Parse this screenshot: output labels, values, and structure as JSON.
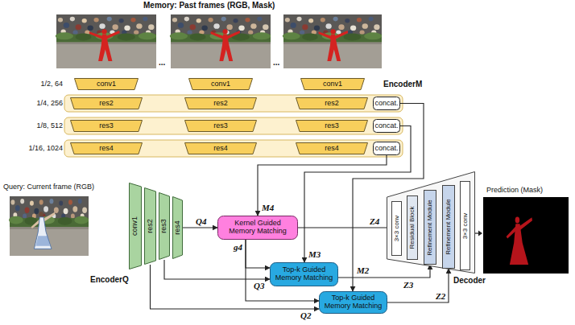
{
  "diagram": {
    "nodes": [
      {
        "text": [
          "conv1"
        ]
      },
      {
        "text": [
          "conv1"
        ]
      },
      {
        "text": [
          "conv1"
        ]
      },
      {
        "text": [
          "res2"
        ]
      },
      {
        "text": [
          "res2"
        ]
      },
      {
        "text": [
          "res2"
        ]
      },
      {
        "text": [
          "concat."
        ]
      },
      {
        "text": [
          "res3"
        ]
      },
      {
        "text": [
          "res3"
        ]
      },
      {
        "text": [
          "res3"
        ]
      },
      {
        "text": [
          "concat."
        ]
      },
      {
        "text": [
          "res4"
        ]
      },
      {
        "text": [
          "res4"
        ]
      },
      {
        "text": [
          "res4"
        ]
      },
      {
        "text": [
          "concat."
        ]
      },
      {
        "text": [
          "conv1"
        ]
      },
      {
        "text": [
          "res2"
        ]
      },
      {
        "text": [
          "res3"
        ]
      },
      {
        "text": [
          "res4"
        ]
      },
      {
        "text": [
          "Kernel Guided Memory Matching"
        ]
      },
      {
        "text": [
          "Top-k Guided Memory Matching"
        ]
      },
      {
        "text": [
          "Top-k Guided Memory Matching"
        ]
      },
      {
        "text": [
          "Decoder"
        ]
      },
      {
        "text": [
          "3×3 conv"
        ],
        "in": 22
      },
      {
        "text": [
          "Residual Block"
        ],
        "in": 22
      },
      {
        "text": [
          "Refinement Module"
        ],
        "in": 22
      },
      {
        "text": [
          "Refinement Module"
        ],
        "in": 22
      },
      {
        "text": [
          "3×3 conv"
        ],
        "in": 22
      }
    ],
    "edges": [
      {
        "from": 14,
        "to": 19,
        "arrow": "to",
        "label": "M4"
      },
      {
        "from": 10,
        "to": 20,
        "arrow": "to",
        "label": "M3"
      },
      {
        "from": 6,
        "to": 21,
        "arrow": "to",
        "label": "M2"
      },
      {
        "from": 18,
        "to": 19,
        "arrow": "to",
        "label": "Q4"
      },
      {
        "from": 17,
        "to": 20,
        "arrow": "to",
        "label": "Q3"
      },
      {
        "from": 16,
        "to": 21,
        "arrow": "to",
        "label": "Q2"
      },
      {
        "from": 19,
        "to": 23,
        "arrow": "to",
        "label": "Z4"
      },
      {
        "from": 19,
        "to": 20,
        "arrow": "to",
        "label": "g4"
      },
      {
        "from": 19,
        "to": 21,
        "arrow": "to"
      },
      {
        "from": 20,
        "to": 25,
        "arrow": "to",
        "label": "Z3"
      },
      {
        "from": 21,
        "to": 26,
        "arrow": "to",
        "label": "Z2"
      }
    ],
    "labels": [
      "Memory: Past frames (RGB, Mask)",
      "...",
      "...",
      "EncoderM",
      "1/2, 64",
      "1/4, 256",
      "1/8, 512",
      "1/16, 1024",
      "Query: Current frame (RGB)",
      "EncoderQ",
      "Prediction (Mask)"
    ]
  }
}
